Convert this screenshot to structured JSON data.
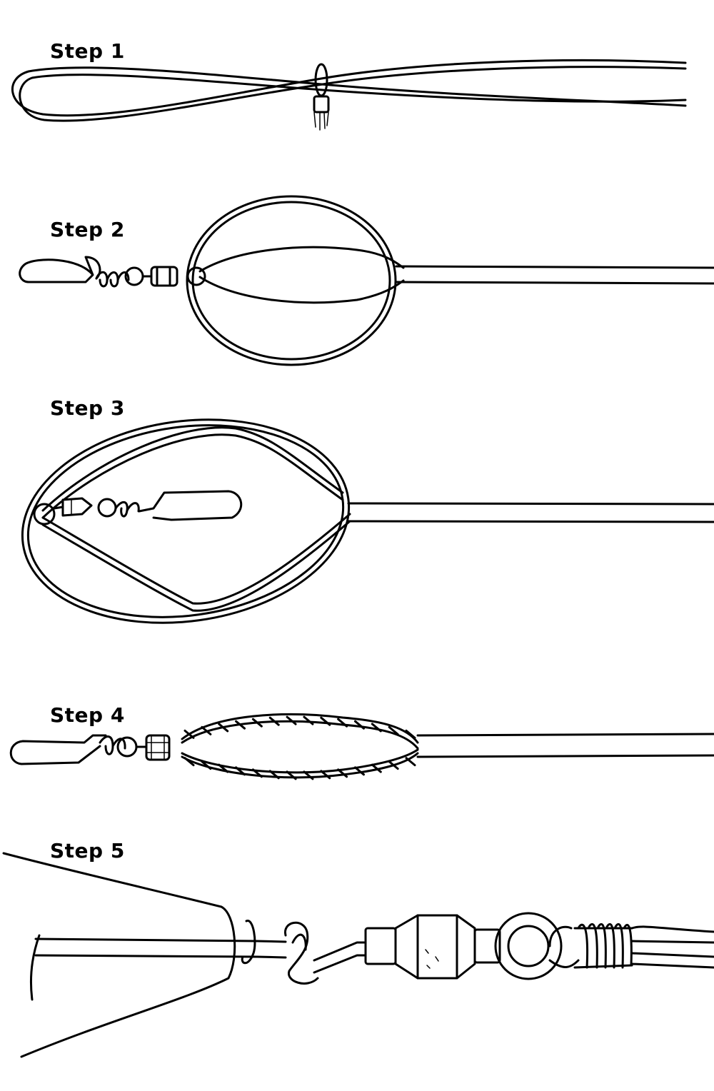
{
  "steps": [
    {
      "label": "Step 1"
    },
    {
      "label": "Step 2"
    },
    {
      "label": "Step 3"
    },
    {
      "label": "Step 4"
    },
    {
      "label": "Step 5"
    }
  ]
}
